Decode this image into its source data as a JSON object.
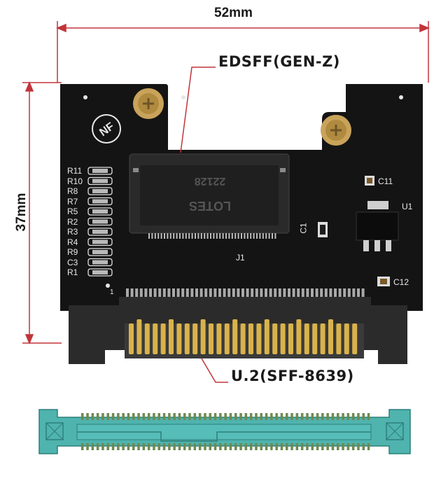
{
  "dimensions": {
    "width_label": "52mm",
    "height_label": "37mm"
  },
  "callouts": {
    "top": "EDSFF(GEN-Z)",
    "bottom": "U.2(SFF-8639)"
  },
  "board": {
    "logo": "NF",
    "resistor_labels": [
      "R11",
      "R10",
      "R8",
      "R7",
      "R5",
      "R2",
      "R3",
      "R4",
      "R9",
      "C3",
      "R1"
    ],
    "chip_labels": {
      "c11": "C11",
      "u1": "U1",
      "c1": "C1",
      "c12": "C12",
      "j1": "J1",
      "pin1": "1"
    },
    "connector_print": [
      "22128",
      "LOTES"
    ]
  },
  "colors": {
    "dimension_line": "#c0353a",
    "pcb": "#141414",
    "gold": "#d9b24a",
    "teal": "#4fb3ae"
  }
}
